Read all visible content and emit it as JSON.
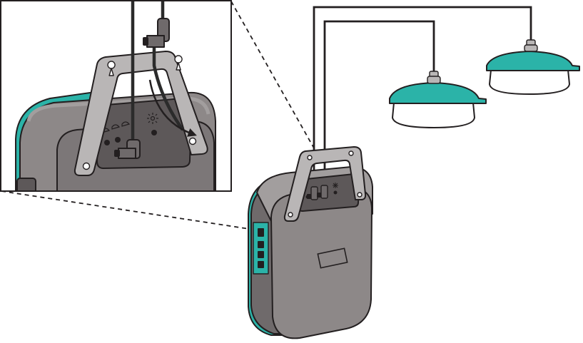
{
  "colors": {
    "accent": "#2bb3a8",
    "body": "#8d8888",
    "body_dark": "#6f6a6b",
    "recess": "#5d5859",
    "bracket": "#b9b6b6",
    "outline": "#231f20",
    "cable": "#2b2b2b",
    "lamp_shade": "#2bb3a8",
    "lamp_cup": "#ffffff"
  },
  "icons": {
    "lamp_port": "lamp-port-icon",
    "solar_port": "sun-icon",
    "cable_route": "curved-arrow-icon"
  },
  "parts": {
    "lamp_count": 2,
    "port_count": 3,
    "cables_in_detail": 2
  }
}
